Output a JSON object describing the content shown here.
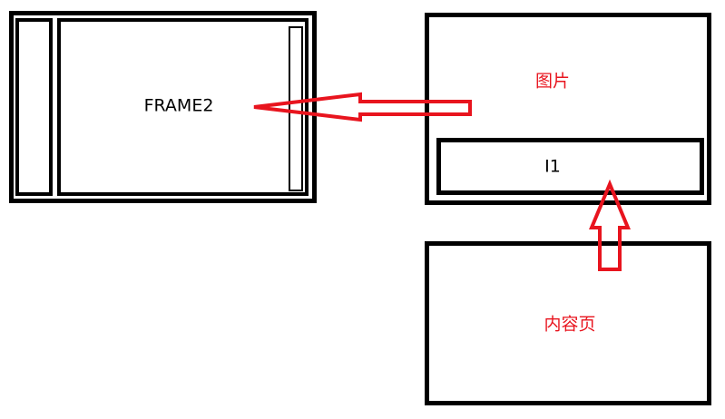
{
  "diagram": {
    "frame": {
      "label": "FRAME2"
    },
    "picture": {
      "label": "图片",
      "iframe_label": "I1"
    },
    "content_page": {
      "label": "内容页"
    },
    "colors": {
      "outline": "#000000",
      "arrow": "#e8141e",
      "red_text": "#e8141e",
      "black_text": "#000000"
    }
  }
}
